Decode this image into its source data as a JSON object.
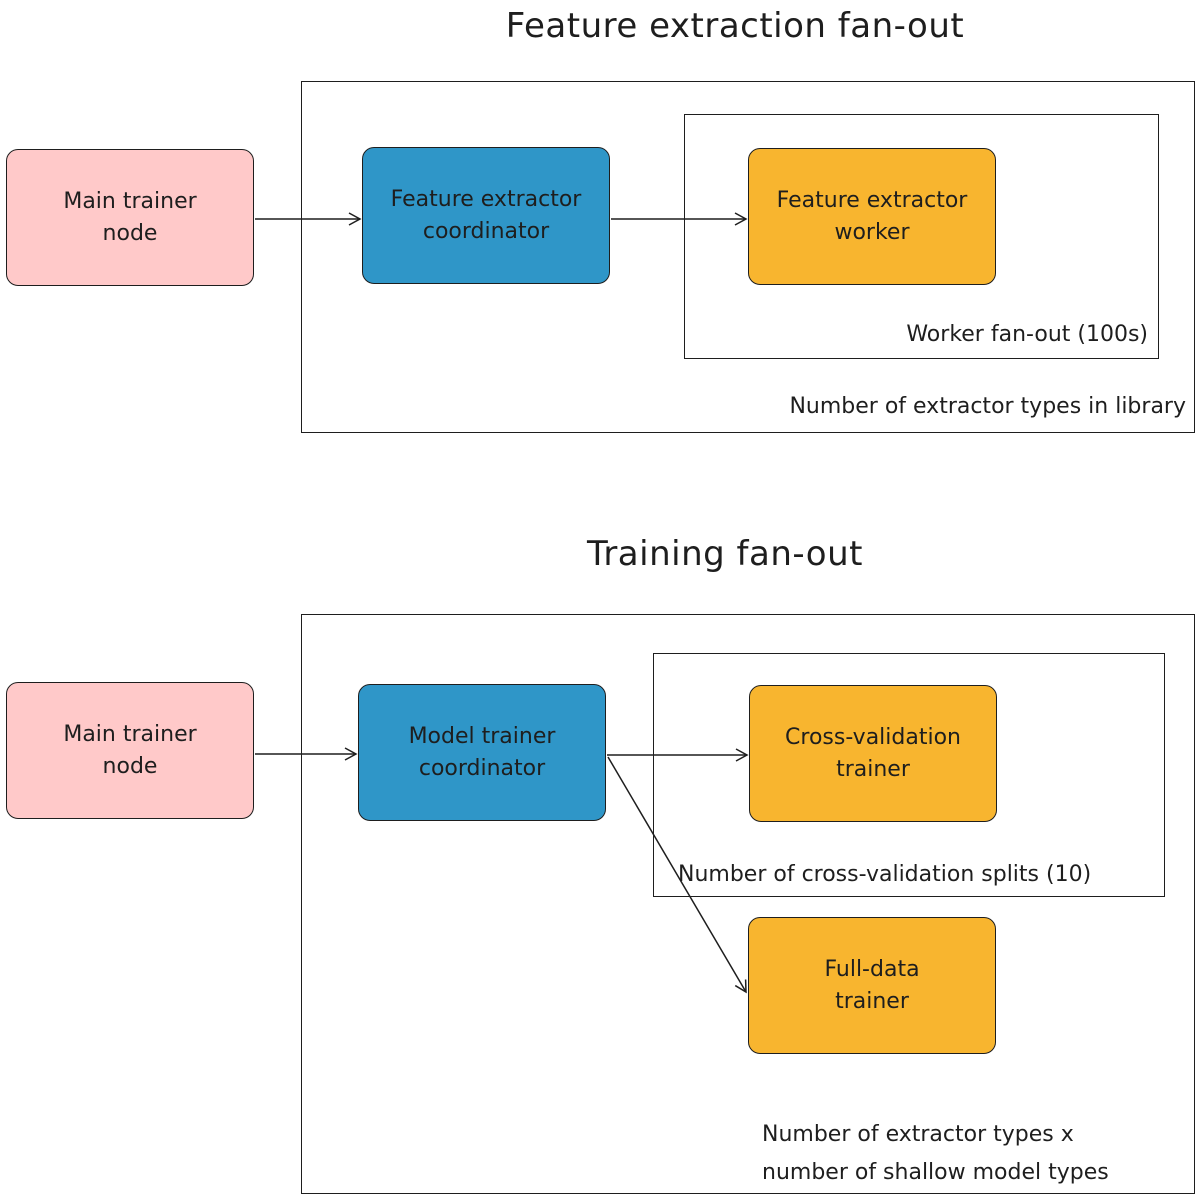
{
  "section1": {
    "title": "Feature extraction fan-out",
    "main_node": "Main trainer node",
    "coordinator": "Feature extractor coordinator",
    "worker": "Feature extractor worker",
    "inner_caption": "Worker fan-out (100s)",
    "outer_caption": "Number of extractor types in library"
  },
  "section2": {
    "title": "Training fan-out",
    "main_node": "Main trainer node",
    "coordinator": "Model trainer coordinator",
    "cv_trainer": "Cross-validation trainer",
    "full_trainer": "Full-data trainer",
    "inner_caption": "Number of cross-validation splits (10)",
    "outer_caption_line1": "Number of extractor types x",
    "outer_caption_line2": "number of shallow model types"
  },
  "colors": {
    "main_node": "#ffc9c9",
    "coordinator": "#2f96c8",
    "worker": "#f8b52f",
    "stroke": "#1e1e1e"
  }
}
